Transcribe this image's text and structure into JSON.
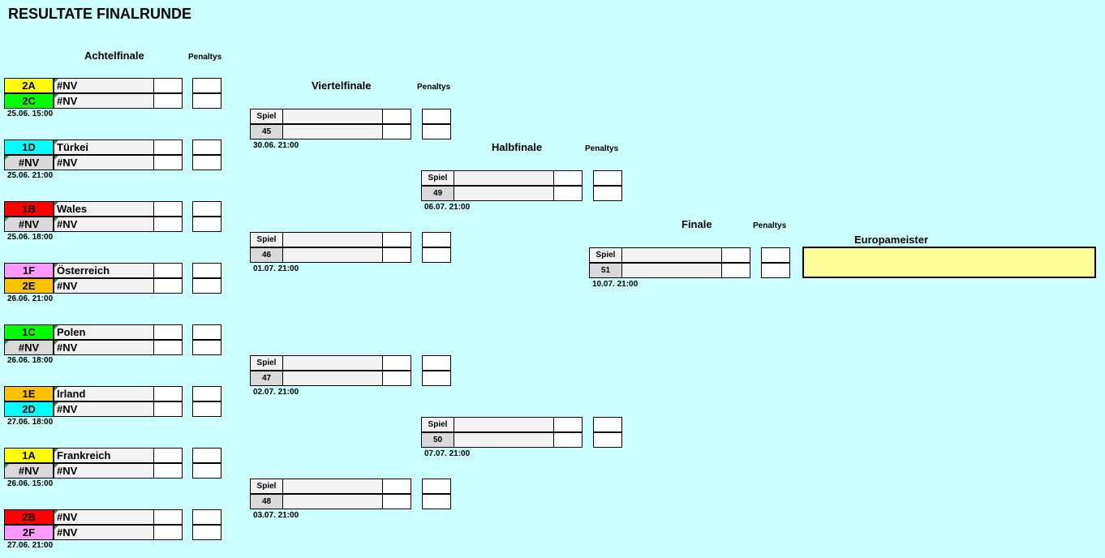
{
  "title": "RESULTATE FINALRUNDE",
  "headers": {
    "achtelfinale": "Achtelfinale",
    "viertelfinale": "Viertelfinale",
    "halbfinale": "Halbfinale",
    "finale": "Finale",
    "penaltys": "Penaltys",
    "europameister": "Europameister"
  },
  "colors": {
    "background": "#ccffff",
    "yellow": "#ffff00",
    "green": "#00ff00",
    "cyan": "#00ffff",
    "red": "#ff0000",
    "pink": "#ff99ff",
    "orange": "#ffc000",
    "gray": "#d9d9d9",
    "champion": "#ffff99"
  },
  "round16": [
    {
      "team1": {
        "code": "2A",
        "name": "#NV",
        "color": "#ffff00"
      },
      "team2": {
        "code": "2C",
        "name": "#NV",
        "color": "#00ff00"
      },
      "date": "25.06. 15:00"
    },
    {
      "team1": {
        "code": "1D",
        "name": "Türkei",
        "color": "#00ffff"
      },
      "team2": {
        "code": "#NV",
        "name": "#NV",
        "color": "#d9d9d9"
      },
      "date": "25.06. 21:00"
    },
    {
      "team1": {
        "code": "1B",
        "name": "Wales",
        "color": "#ff0000"
      },
      "team2": {
        "code": "#NV",
        "name": "#NV",
        "color": "#d9d9d9"
      },
      "date": "25.06. 18:00"
    },
    {
      "team1": {
        "code": "1F",
        "name": "Österreich",
        "color": "#ff99ff"
      },
      "team2": {
        "code": "2E",
        "name": "#NV",
        "color": "#ffc000"
      },
      "date": "26.06. 21:00"
    },
    {
      "team1": {
        "code": "1C",
        "name": "Polen",
        "color": "#00ff00"
      },
      "team2": {
        "code": "#NV",
        "name": "#NV",
        "color": "#d9d9d9"
      },
      "date": "26.06. 18:00"
    },
    {
      "team1": {
        "code": "1E",
        "name": "Irland",
        "color": "#ffc000"
      },
      "team2": {
        "code": "2D",
        "name": "#NV",
        "color": "#00ffff"
      },
      "date": "27.06. 18:00"
    },
    {
      "team1": {
        "code": "1A",
        "name": "Frankreich",
        "color": "#ffff00"
      },
      "team2": {
        "code": "#NV",
        "name": "#NV",
        "color": "#d9d9d9"
      },
      "date": "26.06. 15:00"
    },
    {
      "team1": {
        "code": "2B",
        "name": "#NV",
        "color": "#ff0000"
      },
      "team2": {
        "code": "2F",
        "name": "#NV",
        "color": "#ff99ff"
      },
      "date": "27.06. 21:00"
    }
  ],
  "quarter": [
    {
      "spiel": "Spiel",
      "num": "45",
      "date": "30.06. 21:00"
    },
    {
      "spiel": "Spiel",
      "num": "46",
      "date": "01.07. 21:00"
    },
    {
      "spiel": "Spiel",
      "num": "47",
      "date": "02.07. 21:00"
    },
    {
      "spiel": "Spiel",
      "num": "48",
      "date": "03.07. 21:00"
    }
  ],
  "semi": [
    {
      "spiel": "Spiel",
      "num": "49",
      "date": "06.07. 21:00"
    },
    {
      "spiel": "Spiel",
      "num": "50",
      "date": "07.07. 21:00"
    }
  ],
  "final": {
    "spiel": "Spiel",
    "num": "51",
    "date": "10.07. 21:00"
  }
}
